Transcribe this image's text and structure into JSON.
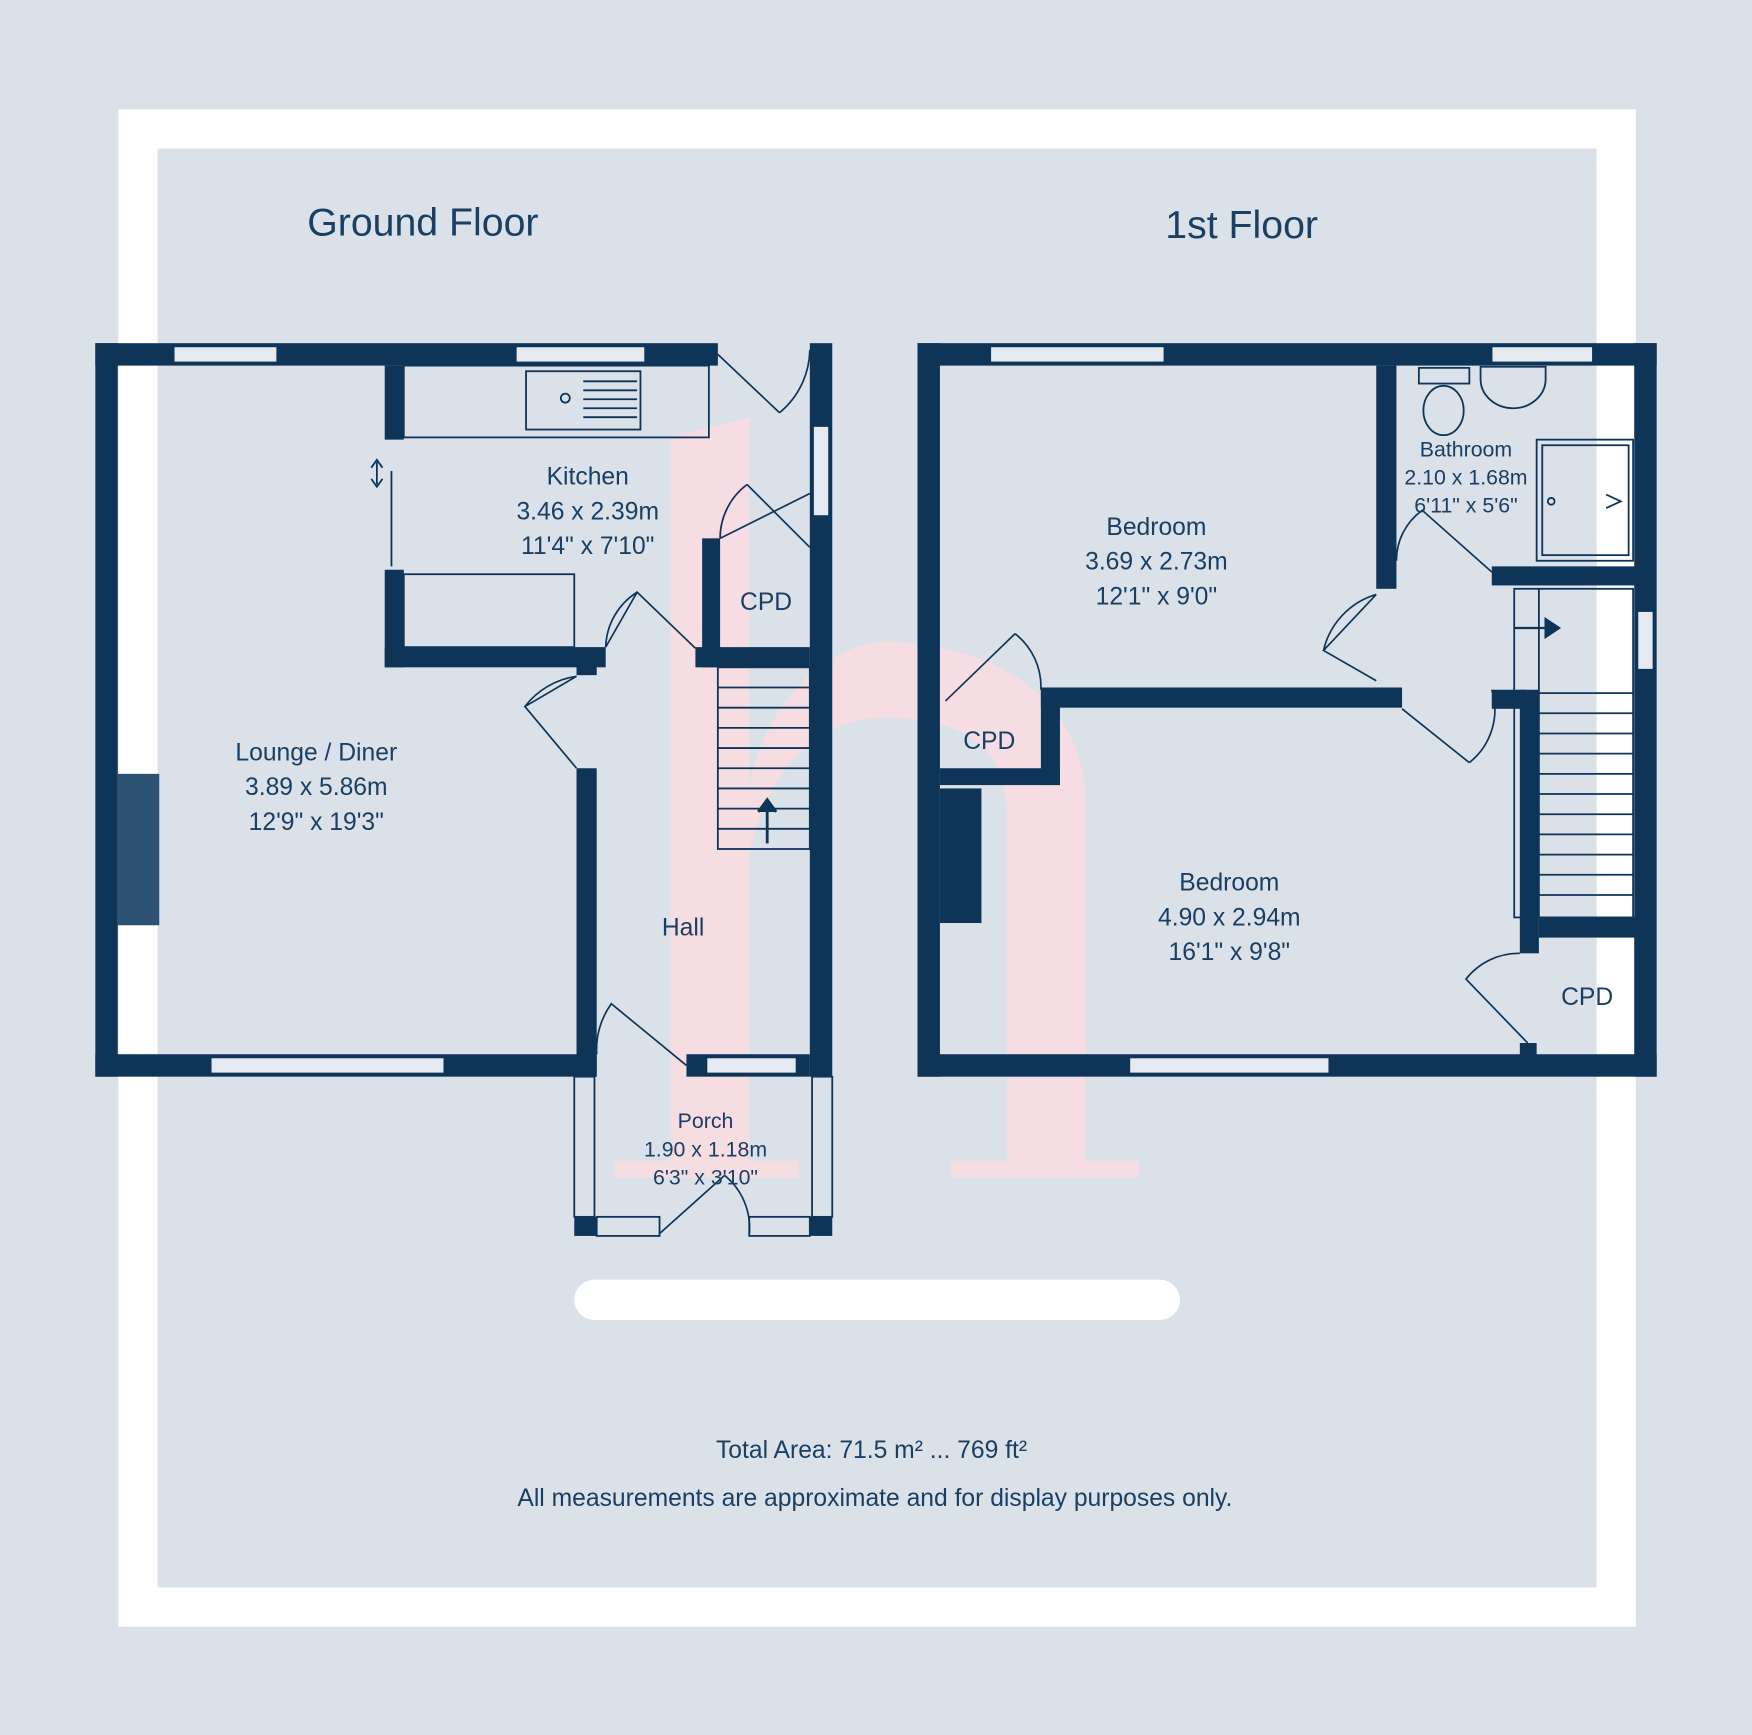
{
  "ground_floor": {
    "title": "Ground Floor",
    "rooms": [
      {
        "name": "Kitchen",
        "metric": "3.46 x 2.39m",
        "imperial": "11'4\" x 7'10\""
      },
      {
        "name": "CPD"
      },
      {
        "name": "Lounge / Diner",
        "metric": "3.89 x 5.86m",
        "imperial": "12'9\" x 19'3\""
      },
      {
        "name": "Hall"
      },
      {
        "name": "Porch",
        "metric": "1.90 x 1.18m",
        "imperial": "6'3\" x 3'10\""
      }
    ]
  },
  "first_floor": {
    "title": "1st Floor",
    "rooms": [
      {
        "name": "Bedroom",
        "metric": "3.69 x 2.73m",
        "imperial": "12'1\" x 9'0\""
      },
      {
        "name": "Bathroom",
        "metric": "2.10 x 1.68m",
        "imperial": "6'11\" x 5'6\""
      },
      {
        "name": "CPD"
      },
      {
        "name": "Bedroom",
        "metric": "4.90 x 2.94m",
        "imperial": "16'1\" x 9'8\""
      },
      {
        "name": "CPD"
      }
    ]
  },
  "footer": {
    "total_area": "Total Area: 71.5 m² ... 769 ft²",
    "disclaimer": "All measurements are approximate and for display purposes only."
  },
  "colors": {
    "wall": "#0e3458",
    "background": "#dae1e8",
    "frame": "#ffffff",
    "watermark": "#f8dde2"
  }
}
